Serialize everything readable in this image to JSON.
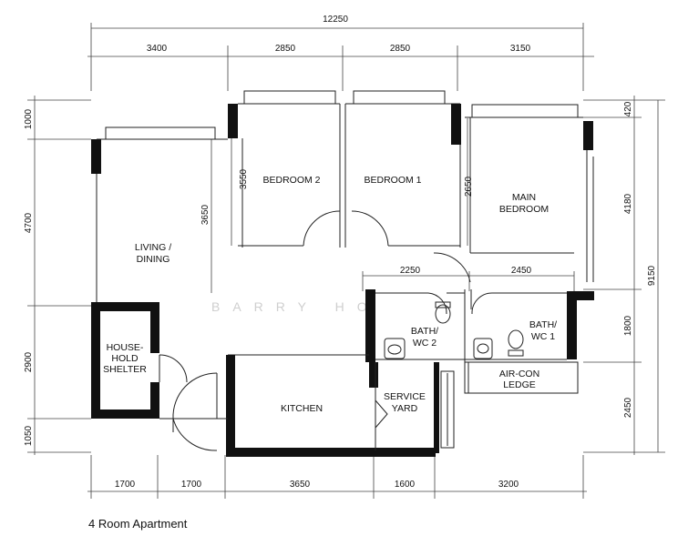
{
  "title": "4 Room Apartment",
  "watermark": "BARRY HO",
  "dimensions": {
    "top_total": "12250",
    "top": [
      "3400",
      "2850",
      "2850",
      "3150"
    ],
    "left": [
      "1000",
      "4700",
      "2900",
      "1050"
    ],
    "right": [
      "420",
      "4180",
      "1800",
      "2450"
    ],
    "right_total": "9150",
    "bottom": [
      "1700",
      "1700",
      "3650",
      "1600",
      "3200"
    ],
    "internal": {
      "bedroom2_depth": "3550",
      "living_depth": "3650",
      "main_bedroom_depth": "2650",
      "bath2_width": "2250",
      "bath1_width": "2450"
    }
  },
  "rooms": {
    "bedroom2": "BEDROOM 2",
    "bedroom1": "BEDROOM 1",
    "main_bedroom": [
      "MAIN",
      "BEDROOM"
    ],
    "living": [
      "LIVING /",
      "DINING"
    ],
    "shelter": [
      "HOUSE-",
      "HOLD",
      "SHELTER"
    ],
    "kitchen": "KITCHEN",
    "service_yard": [
      "SERVICE",
      "YARD"
    ],
    "bath2": [
      "BATH/",
      "WC 2"
    ],
    "bath1": [
      "BATH/",
      "WC 1"
    ],
    "aircon": [
      "AIR-CON",
      "LEDGE"
    ]
  }
}
